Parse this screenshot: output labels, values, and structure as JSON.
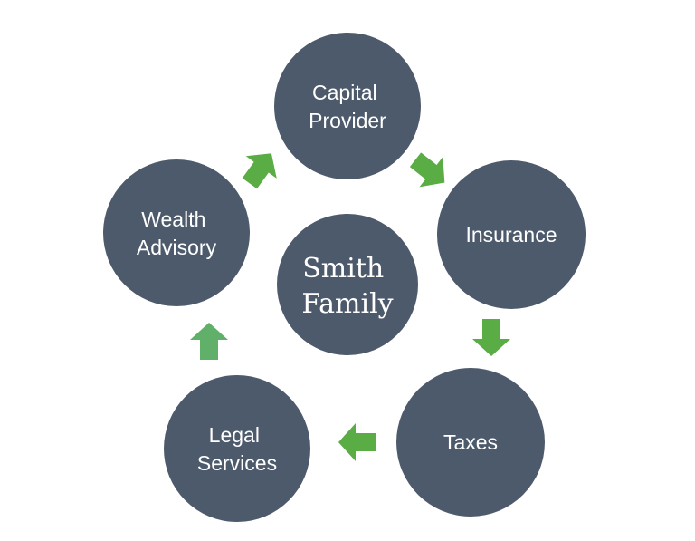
{
  "diagram": {
    "center": {
      "lines": [
        "Smith",
        "Family"
      ]
    },
    "nodes": [
      {
        "id": "capital-provider",
        "lines": [
          "Capital",
          "Provider"
        ]
      },
      {
        "id": "insurance",
        "lines": [
          "Insurance"
        ]
      },
      {
        "id": "taxes",
        "lines": [
          "Taxes"
        ]
      },
      {
        "id": "legal-services",
        "lines": [
          "Legal",
          "Services"
        ]
      },
      {
        "id": "wealth-advisory",
        "lines": [
          "Wealth",
          "Advisory"
        ]
      }
    ],
    "colors": {
      "circle": "#4d5a6c",
      "arrow": "#5aac44",
      "arrow_light": "#60b06a",
      "text": "#ffffff"
    }
  }
}
